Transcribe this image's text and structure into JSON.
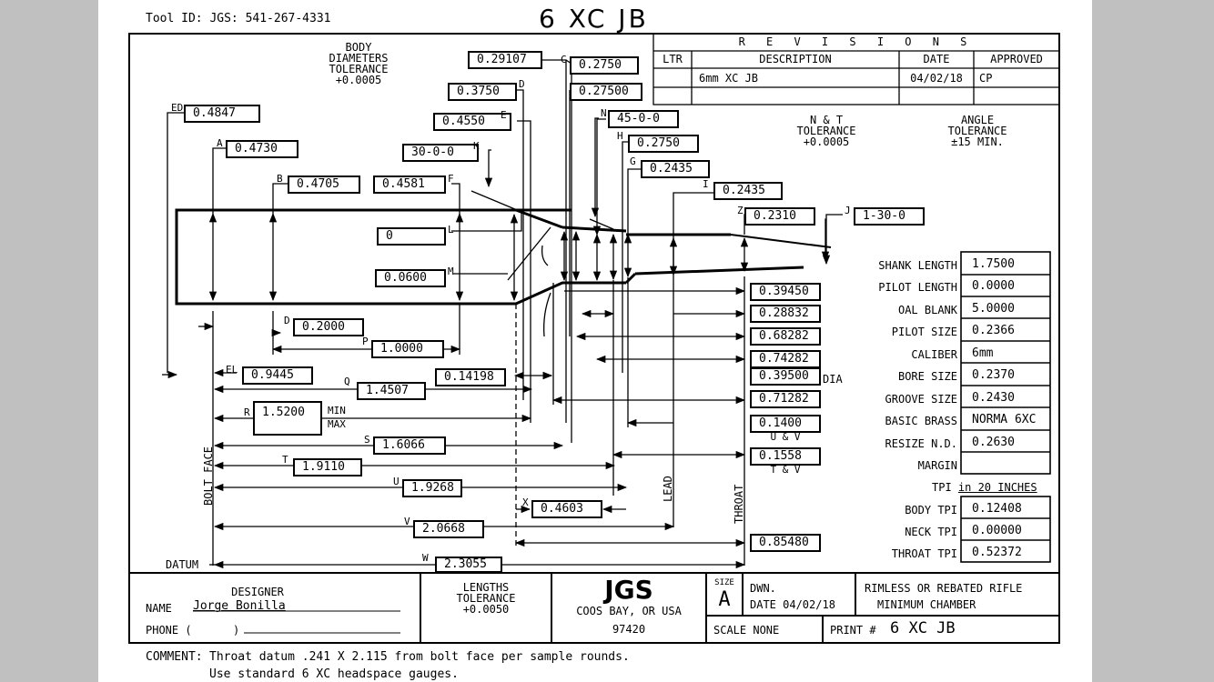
{
  "header": {
    "tool_id": "Tool ID: JGS: 541-267-4331",
    "title": "6 XC JB"
  },
  "revisions": {
    "title": "R E V I S I O N S",
    "headers": [
      "LTR",
      "DESCRIPTION",
      "DATE",
      "APPROVED"
    ],
    "row": [
      "",
      "6mm XC JB",
      "04/02/18",
      "CP"
    ]
  },
  "notes": {
    "body_tol": [
      "BODY",
      "DIAMETERS",
      "TOLERANCE",
      "+0.0005"
    ],
    "nt_tol": [
      "N & T",
      "TOLERANCE",
      "+0.0005"
    ],
    "angle_tol": [
      "ANGLE",
      "TOLERANCE",
      "±15 MIN."
    ],
    "lengths_tol": [
      "LENGTHS",
      "TOLERANCE",
      "+0.0050"
    ]
  },
  "dims": {
    "ED": "0.4847",
    "A": "0.4730",
    "B": "0.4705",
    "F": "0.4581",
    "K": "30-0-0",
    "E": "0.4550",
    "D": "0.3750",
    "C_top": "0.29107",
    "C": "0.2750",
    "C2": "0.27500",
    "N": "45-0-0",
    "H": "0.2750",
    "G": "0.2435",
    "I": "0.2435",
    "Z": "0.2310",
    "J": "1-30-0",
    "L": "0",
    "M": "0.0600",
    "O": "0.2000",
    "P": "1.0000",
    "EL": "0.9445",
    "Q": "1.4507",
    "X14": "0.14198",
    "R": "1.5200",
    "R_min": "MIN",
    "R_max": "MAX",
    "S": "1.6066",
    "T": "1.9110",
    "U": "1.9268",
    "X": "0.4603",
    "V": "2.0668",
    "W": "2.3055",
    "right": [
      "0.39450",
      "0.28832",
      "0.68282",
      "0.74282",
      "0.39500",
      "0.71282",
      "0.1400",
      "0.1558",
      "0.85480"
    ],
    "dia": "DIA",
    "uv": "U & V",
    "tv": "T & V"
  },
  "letters": {
    "ED": "ED",
    "A": "A",
    "B": "B",
    "F": "F",
    "K": "K",
    "E": "E",
    "D": "D",
    "C": "C",
    "N": "N",
    "H": "H",
    "G": "G",
    "I": "I",
    "Z": "Z",
    "J": "J",
    "L": "L",
    "M": "M",
    "O": "D",
    "P": "P",
    "EL": "EL",
    "Q": "Q",
    "R": "R",
    "S": "S",
    "T": "T",
    "U": "U",
    "X": "X",
    "V": "V",
    "W": "W"
  },
  "labels": {
    "bolt_face": "BOLT FACE",
    "lead": "LEAD",
    "throat": "THROAT",
    "datum": "DATUM"
  },
  "specs": [
    {
      "label": "SHANK LENGTH",
      "value": "1.7500"
    },
    {
      "label": "PILOT LENGTH",
      "value": "0.0000"
    },
    {
      "label": "OAL BLANK",
      "value": "5.0000"
    },
    {
      "label": "PILOT SIZE",
      "value": "0.2366"
    },
    {
      "label": "CALIBER",
      "value": "6mm"
    },
    {
      "label": "BORE SIZE",
      "value": "0.2370"
    },
    {
      "label": "GROOVE SIZE",
      "value": "0.2430"
    },
    {
      "label": "BASIC BRASS",
      "value": "NORMA 6XC"
    },
    {
      "label": "RESIZE N.D.",
      "value": "0.2630"
    },
    {
      "label": "MARGIN",
      "value": ""
    }
  ],
  "tpi": {
    "header_a": "TPI ",
    "header_b": "in 20 INCHES",
    "rows": [
      {
        "label": "BODY TPI",
        "value": "0.12408"
      },
      {
        "label": "NECK TPI",
        "value": "0.00000"
      },
      {
        "label": "THROAT TPI",
        "value": "0.52372"
      }
    ]
  },
  "title_block": {
    "designer": "DESIGNER",
    "name_label": "NAME",
    "name": "Jorge Bonilla",
    "phone_label": "PHONE (",
    "phone_close": ")",
    "company": "JGS",
    "city": "COOS BAY, OR USA",
    "zip": "97420",
    "size_label": "SIZE",
    "size": "A",
    "dwn": "DWN.",
    "date_line": "DATE 04/02/18",
    "desc1": "RIMLESS OR REBATED RIFLE",
    "desc2": "MINIMUM CHAMBER",
    "scale": "SCALE  NONE",
    "print_label": "PRINT #",
    "print_no": "6 XC JB"
  },
  "comment": {
    "label": "COMMENT:",
    "line1": "Throat datum .241 X 2.115 from bolt face per sample rounds.",
    "line2": "Use standard 6 XC headspace gauges."
  }
}
